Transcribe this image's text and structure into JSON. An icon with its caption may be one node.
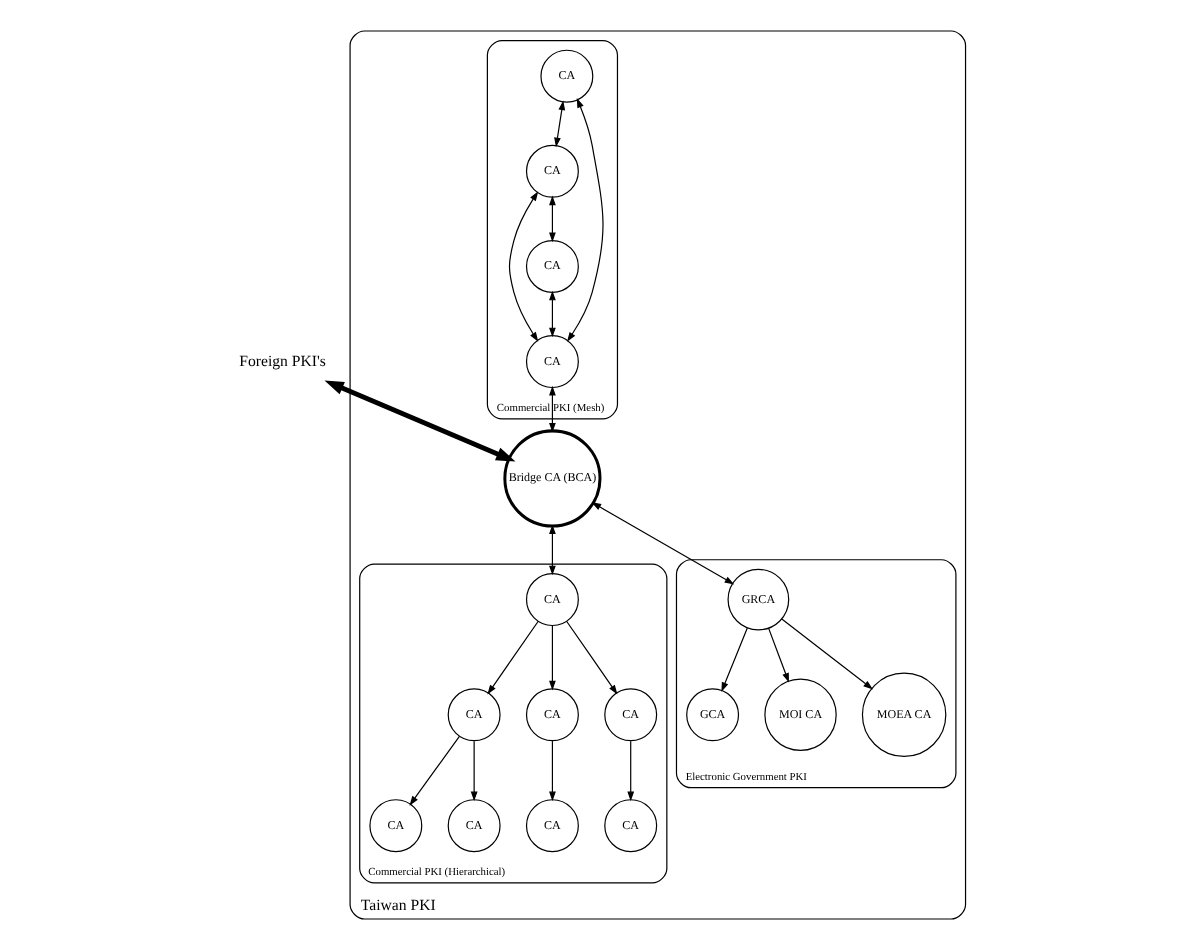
{
  "diagram": {
    "nodes": [
      {
        "text": [
          "Foreign PKI's"
        ]
      },
      {
        "text": [
          "Taiwan PKI"
        ]
      },
      {
        "text": [
          "Commercial PKI (Mesh)"
        ],
        "in": 1
      },
      {
        "text": [
          "CA"
        ],
        "in": 2
      },
      {
        "text": [
          "CA"
        ],
        "in": 2
      },
      {
        "text": [
          "CA"
        ],
        "in": 2
      },
      {
        "text": [
          "CA"
        ],
        "in": 2
      },
      {
        "text": [
          "Bridge CA (BCA)"
        ],
        "in": 1
      },
      {
        "text": [
          "Commercial PKI (Hierarchical)"
        ],
        "in": 1
      },
      {
        "text": [
          "CA"
        ],
        "in": 8
      },
      {
        "text": [
          "CA"
        ],
        "in": 8
      },
      {
        "text": [
          "CA"
        ],
        "in": 8
      },
      {
        "text": [
          "CA"
        ],
        "in": 8
      },
      {
        "text": [
          "CA"
        ],
        "in": 8
      },
      {
        "text": [
          "CA"
        ],
        "in": 8
      },
      {
        "text": [
          "CA"
        ],
        "in": 8
      },
      {
        "text": [
          "CA"
        ],
        "in": 8
      },
      {
        "text": [
          "Electronic Government PKI"
        ],
        "in": 1
      },
      {
        "text": [
          "GRCA"
        ],
        "in": 17
      },
      {
        "text": [
          "GCA"
        ],
        "in": 17
      },
      {
        "text": [
          "MOI CA"
        ],
        "in": 17
      },
      {
        "text": [
          "MOEA CA"
        ],
        "in": 17
      }
    ],
    "edges": [
      {
        "from": 0,
        "to": 7,
        "arrow": "both",
        "style": "thick"
      },
      {
        "from": 3,
        "to": 4,
        "arrow": "both"
      },
      {
        "from": 3,
        "to": 5,
        "arrow": "both"
      },
      {
        "from": 4,
        "to": 5,
        "arrow": "both"
      },
      {
        "from": 4,
        "to": 6,
        "arrow": "both"
      },
      {
        "from": 6,
        "to": 5,
        "arrow": "both"
      },
      {
        "from": 5,
        "to": 7,
        "arrow": "both"
      },
      {
        "from": 7,
        "to": 9,
        "arrow": "both"
      },
      {
        "from": 9,
        "to": 10,
        "arrow": "to"
      },
      {
        "from": 9,
        "to": 11,
        "arrow": "to"
      },
      {
        "from": 9,
        "to": 12,
        "arrow": "to"
      },
      {
        "from": 10,
        "to": 13,
        "arrow": "to"
      },
      {
        "from": 10,
        "to": 14,
        "arrow": "to"
      },
      {
        "from": 11,
        "to": 15,
        "arrow": "to"
      },
      {
        "from": 12,
        "to": 16,
        "arrow": "to"
      },
      {
        "from": 7,
        "to": 18,
        "arrow": "both"
      },
      {
        "from": 18,
        "to": 19,
        "arrow": "to"
      },
      {
        "from": 18,
        "to": 20,
        "arrow": "to"
      },
      {
        "from": 18,
        "to": 21,
        "arrow": "to"
      }
    ]
  }
}
